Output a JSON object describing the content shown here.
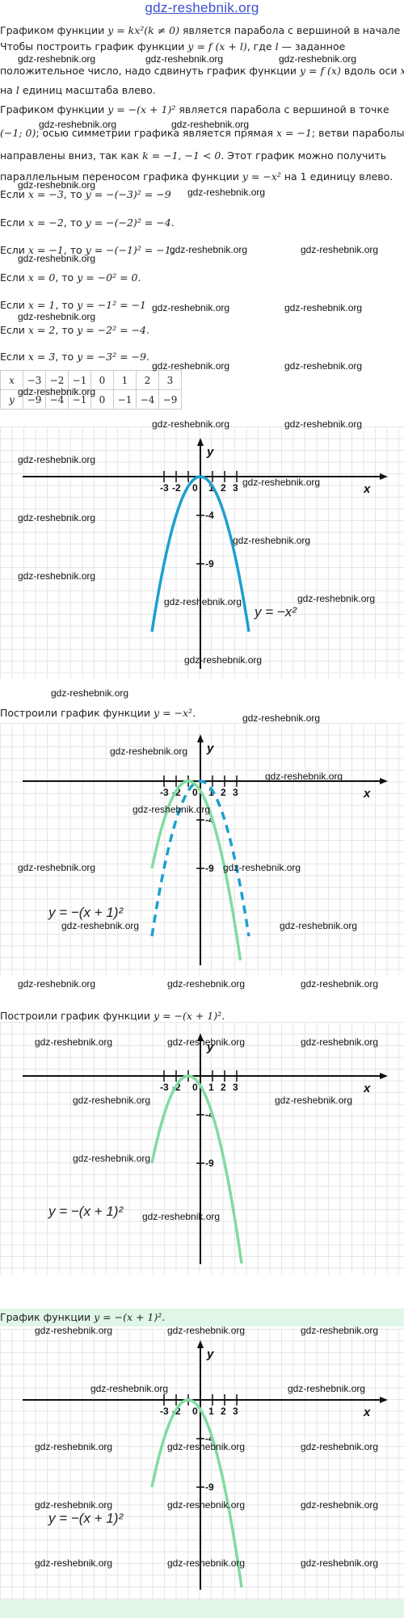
{
  "site_header": "gdz-reshebnik.org",
  "watermark": "gdz-reshebnik.org",
  "paragraphs": {
    "p1_a": "Графиком функции",
    "p1_formula": "y = kx²(k ≠ 0)",
    "p1_b": "является парабола с вершиной в начале",
    "p2_a": "Чтобы построить график функции",
    "p2_formula": "y = f (x + l)",
    "p2_b": ", где",
    "p2_l": "l",
    "p2_c": "— заданное",
    "p3_a": "положительное число, надо сдвинуть график функции",
    "p3_formula": "y = f (x)",
    "p3_b": "вдоль оси",
    "p3_x": "x",
    "p4_a": "на",
    "p4_l": "l",
    "p4_b": "единиц масштаба влево.",
    "p5_a": "Графиком функции",
    "p5_formula": "y = −(x + 1)²",
    "p5_b": "является парабола с вершиной в точке",
    "p6_formula": "(−1; 0)",
    "p6_a": "; осью симметрии графика является прямая",
    "p6_formula2": "x = −1",
    "p6_b": "; ветви параболы",
    "p7_a": "направлены вниз, так как",
    "p7_formula": "k = −1, −1 < 0",
    "p7_b": ". Этот график можно получить",
    "p8_a": "параллельным переносом графика функции",
    "p8_formula": "y = −x²",
    "p8_b": "на 1 единицу влево."
  },
  "computations": [
    {
      "pre": "Если",
      "formula": "x = −3",
      "mid": ", то",
      "result": "y = −(−3)² = −9"
    },
    {
      "pre": "Если",
      "formula": "x = −2",
      "mid": ", то",
      "result": "y = −(−2)² = −4."
    },
    {
      "pre": "Если",
      "formula": "x = −1",
      "mid": ", то",
      "result": "y = −(−1)² = −1."
    },
    {
      "pre": "Если",
      "formula": "x = 0",
      "mid": ", то",
      "result": "y = −0² = 0."
    },
    {
      "pre": "Если",
      "formula": "x = 1",
      "mid": ", то",
      "result": "y = −1² = −1"
    },
    {
      "pre": "Если",
      "formula": "x = 2",
      "mid": ", то",
      "result": "y = −2² = −4."
    },
    {
      "pre": "Если",
      "formula": "x = 3",
      "mid": ", то",
      "result": "y = −3² = −9."
    }
  ],
  "table": {
    "row_x": [
      "x",
      "−3",
      "−2",
      "−1",
      "0",
      "1",
      "2",
      "3"
    ],
    "row_y": [
      "y",
      "−9",
      "−4",
      "−1",
      "0",
      "−1",
      "−4",
      "−9"
    ]
  },
  "captions": {
    "c1": "Построили график функции",
    "c1_formula": "y = −x².",
    "c2": "Построили график функции",
    "c2_formula": "y = −(x + 1)².",
    "c3": "График функции",
    "c3_formula": "y = −(x + 1)²."
  },
  "graph_labels": {
    "x_axis": "x",
    "y_axis": "y",
    "ticks_neg": [
      "-3",
      "-2",
      "0"
    ],
    "ticks_pos": [
      "1",
      "2",
      "3"
    ],
    "y_ticks": [
      "-4",
      "-9"
    ],
    "formula_base": "y = −x²",
    "formula_shift": "y = −(x + 1)²"
  },
  "colors": {
    "blue_curve": "#1e9fd0",
    "green_curve": "#7fdca0",
    "highlight": "#e0f6e6",
    "header_link": "#3b4fcf"
  }
}
